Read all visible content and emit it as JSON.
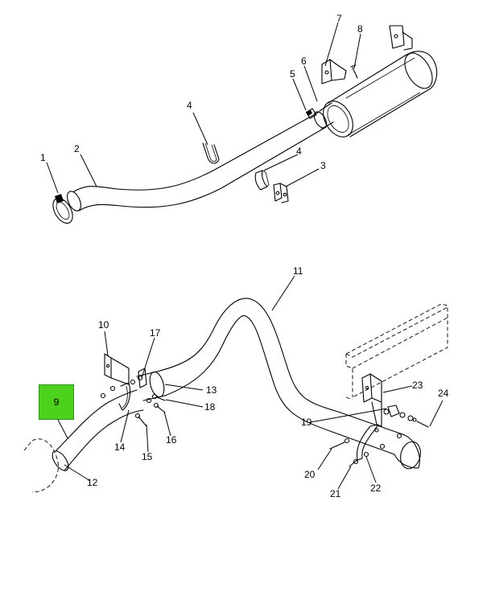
{
  "diagram": {
    "callouts": [
      "1",
      "2",
      "3",
      "4",
      "4",
      "5",
      "6",
      "7",
      "8",
      "10",
      "11",
      "12",
      "13",
      "14",
      "15",
      "16",
      "17",
      "18",
      "19",
      "20",
      "21",
      "22",
      "23",
      "24"
    ],
    "highlighted_callout": {
      "label": "9",
      "color": "#4cd21c"
    },
    "footer_code": "",
    "footer_page": ""
  }
}
